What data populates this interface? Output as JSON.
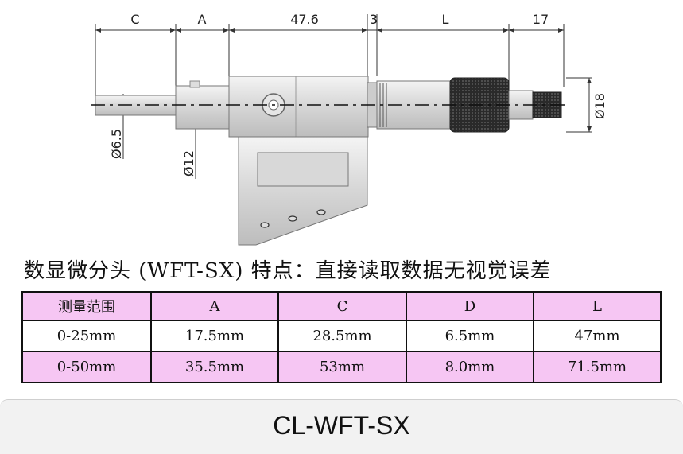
{
  "drawing": {
    "dimensions": {
      "c": "C",
      "a": "A",
      "body_length": "47.6",
      "gap": "3",
      "l": "L",
      "thimble_end": "17",
      "dia_spindle": "Ø6.5",
      "dia_stem": "Ø12",
      "dia_thimble": "Ø18"
    }
  },
  "subtitle": "数显微分头 (WFT-SX) 特点：直接读取数据无视觉误差",
  "table": {
    "headers": [
      "测量范围",
      "A",
      "C",
      "D",
      "L"
    ],
    "rows": [
      [
        "0-25mm",
        "17.5mm",
        "28.5mm",
        "6.5mm",
        "47mm"
      ],
      [
        "0-50mm",
        "35.5mm",
        "53mm",
        "8.0mm",
        "71.5mm"
      ]
    ],
    "colors": {
      "header_bg": "#f6c6f3",
      "alt_row_bg": "#f6c6f3"
    }
  },
  "footer": {
    "label": "CL-WFT-SX"
  }
}
